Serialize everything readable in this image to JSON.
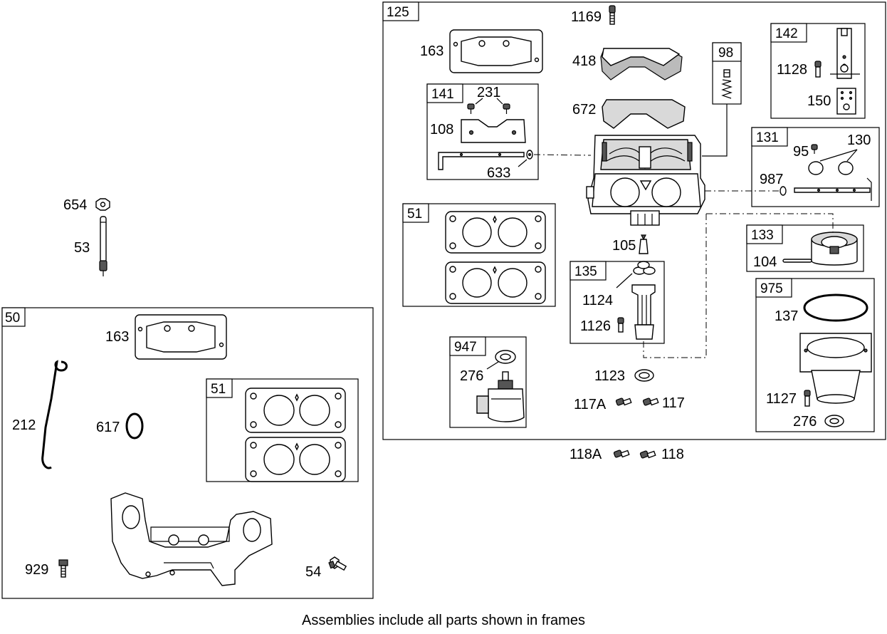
{
  "frames": {
    "f125": "125",
    "f50": "50",
    "f141": "141",
    "f51a": "51",
    "f51b": "51",
    "f135": "135",
    "f947": "947",
    "f98": "98",
    "f142": "142",
    "f131": "131",
    "f133": "133",
    "f975": "975"
  },
  "parts": {
    "p654": "654",
    "p53": "53",
    "p163a": "163",
    "p163b": "163",
    "p212": "212",
    "p617": "617",
    "p929": "929",
    "p54": "54",
    "p1169": "1169",
    "p418": "418",
    "p672": "672",
    "p231": "231",
    "p108": "108",
    "p633": "633",
    "p105": "105",
    "p1124": "1124",
    "p1126": "1126",
    "p276a": "276",
    "p1123": "1123",
    "p117A": "117A",
    "p117": "117",
    "p118A": "118A",
    "p118": "118",
    "p1128": "1128",
    "p150": "150",
    "p95": "95",
    "p130": "130",
    "p987": "987",
    "p104": "104",
    "p137": "137",
    "p1127": "1127",
    "p276b": "276"
  },
  "caption": "Assemblies include all parts shown in frames"
}
